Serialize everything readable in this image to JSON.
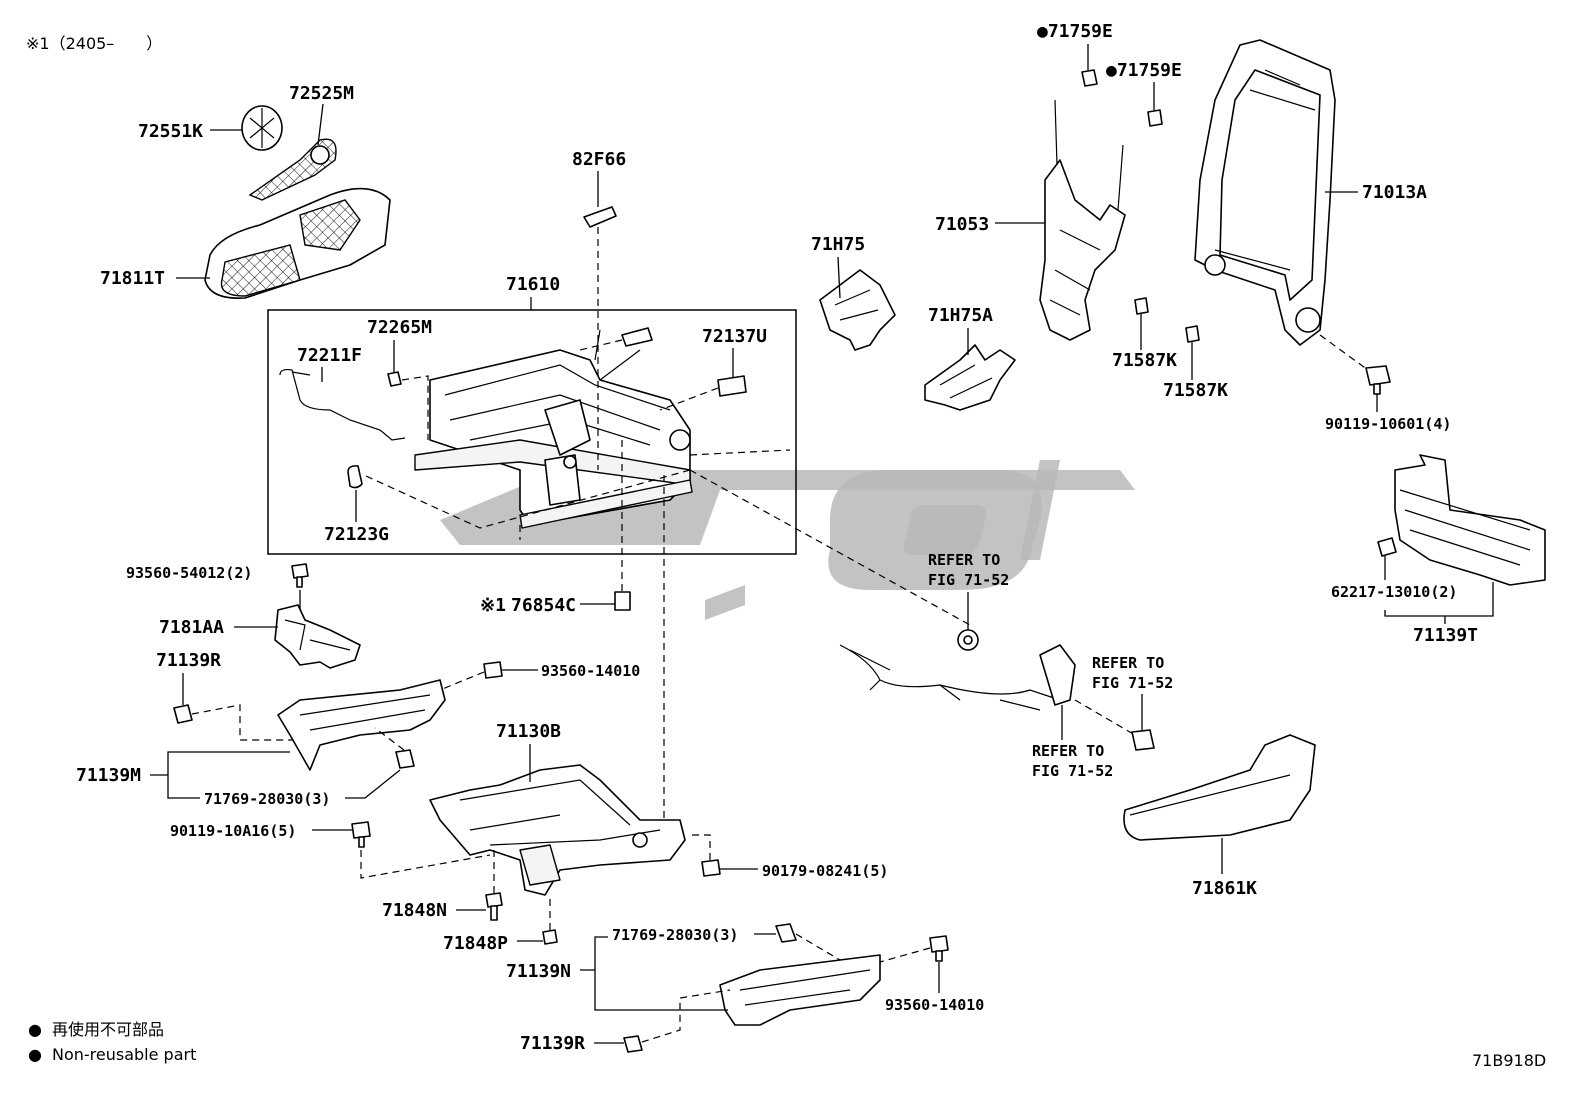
{
  "header_note": "※1（2405–　　）",
  "diagram_code": "71B918D",
  "legend": {
    "bullet": "●",
    "japanese": "再使用不可部品",
    "english": "Non-reusable part"
  },
  "callouts": {
    "p72525M": "72525M",
    "p72551K": "72551K",
    "p71811T": "71811T",
    "p82F66": "82F66",
    "p71610": "71610",
    "p72265M": "72265M",
    "p72211F": "72211F",
    "p72137U": "72137U",
    "p72123G": "72123G",
    "p71H75": "71H75",
    "p71H75A": "71H75A",
    "p71759E_a": "●71759E",
    "p71759E_b": "●71759E",
    "p71053": "71053",
    "p71013A": "71013A",
    "p71587K_a": "71587K",
    "p71587K_b": "71587K",
    "p90119_10601": "90119-10601(4)",
    "p93560_54012": "93560-54012(2)",
    "p7181AA": "7181AA",
    "p71139R_a": "71139R",
    "p93560_14010_a": "93560-14010",
    "p71139M": "71139M",
    "p71769_28030_a": "71769-28030(3)",
    "p90119_10A16": "90119-10A16(5)",
    "p71130B": "71130B",
    "p90179_08241": "90179-08241(5)",
    "p71848N": "71848N",
    "p71848P": "71848P",
    "p71139N": "71139N",
    "p71769_28030_b": "71769-28030(3)",
    "p93560_14010_b": "93560-14010",
    "p71139R_b": "71139R",
    "p76854C_mark": "※1",
    "p76854C": "76854C",
    "refer1_a": "REFER TO",
    "refer1_b": "FIG 71-52",
    "refer2_a": "REFER TO",
    "refer2_b": "FIG 71-52",
    "refer3_a": "REFER TO",
    "refer3_b": "FIG 71-52",
    "p62217_13010": "62217-13010(2)",
    "p71139T": "71139T",
    "p71861K": "71861K"
  }
}
